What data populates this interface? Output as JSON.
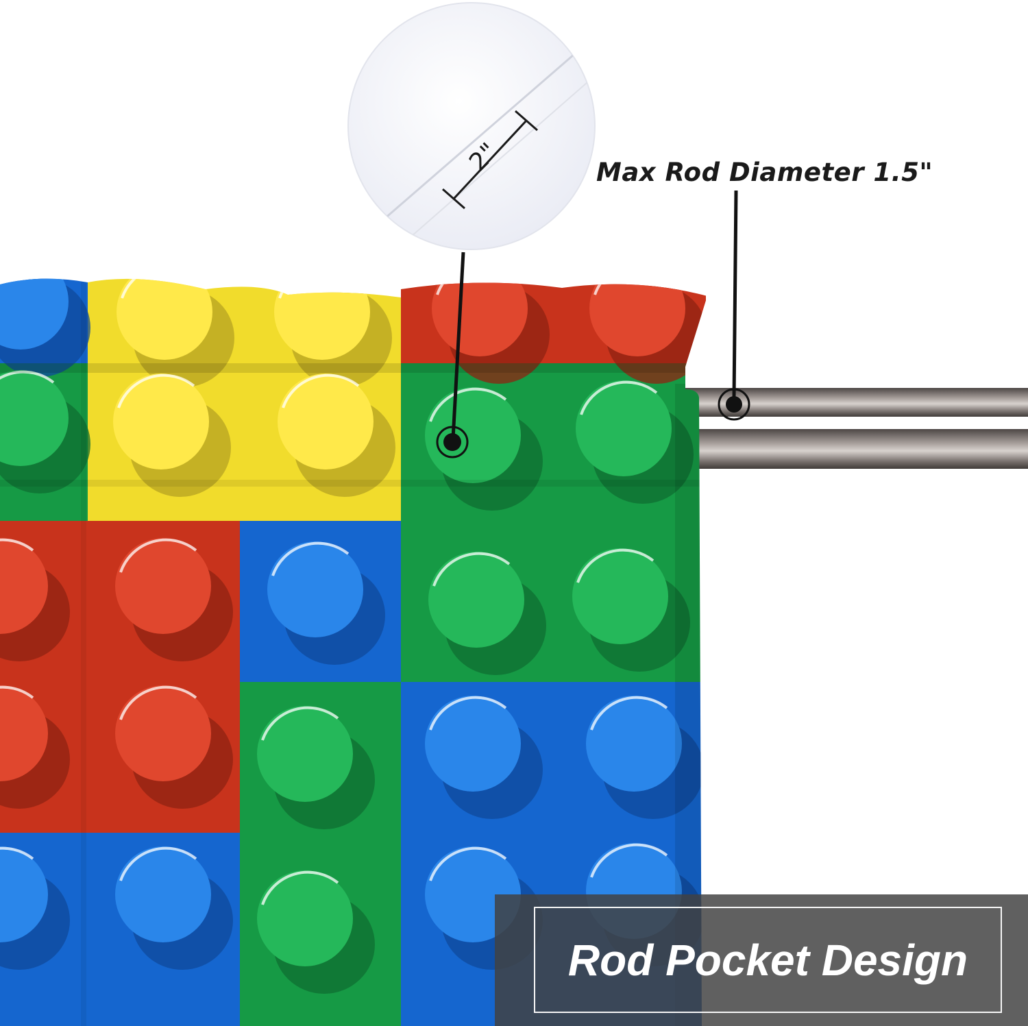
{
  "annotations": {
    "max_rod_diameter": "Max Rod Diameter 1.5\"",
    "pocket_depth": "2\""
  },
  "banner": {
    "title": "Rod Pocket Design"
  },
  "colors": {
    "brick_red": "#c8331c",
    "brick_yellow": "#f1dc2c",
    "brick_green": "#169a45",
    "brick_blue": "#1566cf",
    "rod": "#7a7270",
    "banner_bg": "#424242"
  },
  "icons": {
    "callout_pointer": "circle-dot-icon",
    "rod_pointer": "circle-dot-icon",
    "dimension_marker": "dimension-bracket-icon"
  }
}
